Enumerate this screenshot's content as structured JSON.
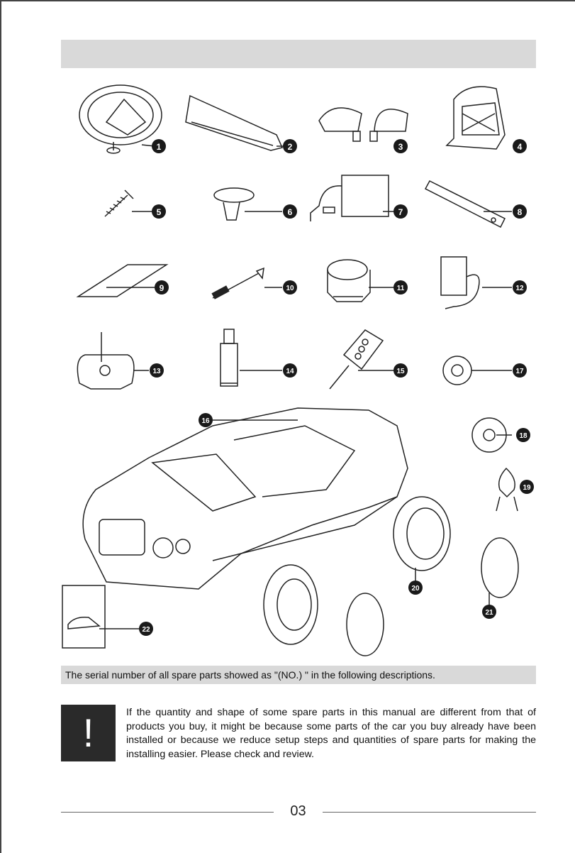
{
  "page": {
    "header_band_text": "",
    "serial_note": "The serial number of all spare parts showed as \"(NO.) \" in the following descriptions.",
    "warning_icon": "exclamation-icon",
    "notice": "If the quantity and shape of some spare parts in this manual are different from that of products you buy, it might be because some parts of the car you buy already have been installed or because we reduce setup steps and quantities of spare parts for making the installing easier. Please check and review.",
    "page_number": "03"
  },
  "parts": [
    {
      "no": "1",
      "icon": "steering-wheel-icon"
    },
    {
      "no": "2",
      "icon": "windshield-icon"
    },
    {
      "no": "3",
      "icon": "side-mirrors-icon"
    },
    {
      "no": "4",
      "icon": "seat-icon"
    },
    {
      "no": "5",
      "icon": "screw-icon"
    },
    {
      "no": "6",
      "icon": "steering-shaft-icon"
    },
    {
      "no": "7",
      "icon": "battery-icon"
    },
    {
      "no": "8",
      "icon": "wrench-bar-icon"
    },
    {
      "no": "9",
      "icon": "plate-icon"
    },
    {
      "no": "10",
      "icon": "axle-pin-icon"
    },
    {
      "no": "11",
      "icon": "hex-nut-icon"
    },
    {
      "no": "12",
      "icon": "charger-icon"
    },
    {
      "no": "13",
      "icon": "remote-control-icon"
    },
    {
      "no": "14",
      "icon": "glue-tube-icon"
    },
    {
      "no": "15",
      "icon": "key-icon"
    },
    {
      "no": "16",
      "icon": "car-body-icon"
    },
    {
      "no": "17",
      "icon": "lock-nut-icon"
    },
    {
      "no": "18",
      "icon": "washer-icon"
    },
    {
      "no": "19",
      "icon": "cotter-pin-icon"
    },
    {
      "no": "20",
      "icon": "wheel-icon"
    },
    {
      "no": "21",
      "icon": "hubcap-icon"
    },
    {
      "no": "22",
      "icon": "manual-booklet-icon"
    }
  ],
  "colors": {
    "callout": "#1a1a1a",
    "band": "#d9d9d9",
    "warning": "#2a2a2a"
  }
}
